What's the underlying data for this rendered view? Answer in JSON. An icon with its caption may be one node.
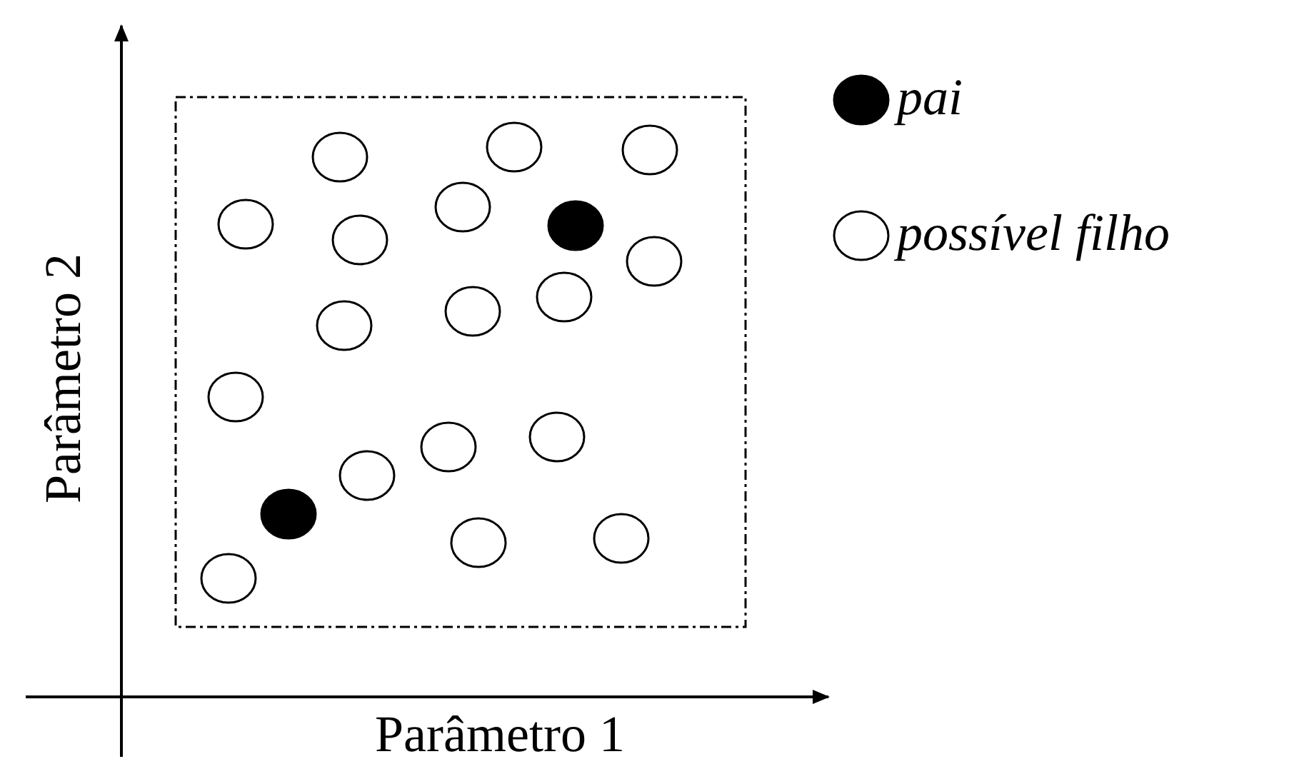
{
  "diagram": {
    "nodes": [
      {
        "text": [],
        "shape": "box"
      },
      {
        "text": [],
        "shape": "circle",
        "in": 0
      },
      {
        "text": [],
        "shape": "circle",
        "in": 0
      },
      {
        "text": [],
        "shape": "circle",
        "in": 0
      },
      {
        "text": [],
        "shape": "dot",
        "in": 0
      },
      {
        "text": [],
        "shape": "circle",
        "in": 0
      },
      {
        "text": [],
        "shape": "circle",
        "in": 0
      },
      {
        "text": [],
        "shape": "circle",
        "in": 0
      },
      {
        "text": [],
        "shape": "circle",
        "in": 0
      },
      {
        "text": [],
        "shape": "circle",
        "in": 0
      },
      {
        "text": [],
        "shape": "circle",
        "in": 0
      },
      {
        "text": [],
        "shape": "circle",
        "in": 0
      },
      {
        "text": [],
        "shape": "circle",
        "in": 0
      },
      {
        "text": [],
        "shape": "circle",
        "in": 0
      },
      {
        "text": [],
        "shape": "circle",
        "in": 0
      },
      {
        "text": [],
        "shape": "circle",
        "in": 0
      },
      {
        "text": [],
        "shape": "dot",
        "in": 0
      },
      {
        "text": [],
        "shape": "circle",
        "in": 0
      },
      {
        "text": [],
        "shape": "circle",
        "in": 0
      },
      {
        "text": [],
        "shape": "circle",
        "in": 0
      }
    ],
    "labels": [
      "Parâmetro 2",
      "Parâmetro 1"
    ],
    "legend": [
      {
        "text": "pai"
      },
      {
        "text": "possível filho"
      }
    ]
  }
}
